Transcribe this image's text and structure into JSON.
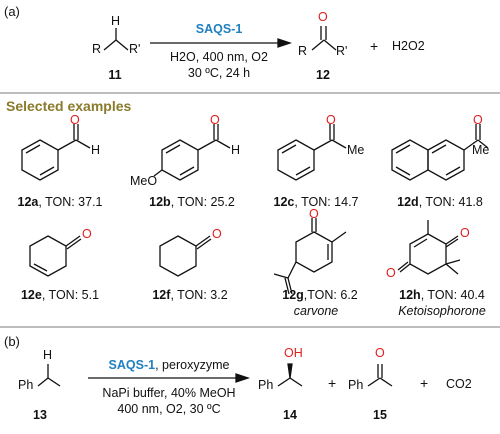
{
  "panel_a": {
    "label": "(a)",
    "reactant": {
      "atom_h": "H",
      "atom_r": "R",
      "atom_r2": "R'",
      "number": "11"
    },
    "arrow": {
      "catalyst": "SAQS-1",
      "conditions_line1": "H2O, 400 nm, O2",
      "conditions_line2": "30 ºC, 24 h"
    },
    "product": {
      "atom_o": "O",
      "atom_r": "R",
      "atom_r2": "R'",
      "number": "12"
    },
    "plus": "+",
    "byproduct": "H2O2"
  },
  "section_title": "Selected examples",
  "examples": [
    {
      "id": "12a",
      "label": ", TON: 37.1",
      "atoms": [
        "O",
        "H"
      ]
    },
    {
      "id": "12b",
      "label": ", TON: 25.2",
      "atoms": [
        "O",
        "H",
        "MeO"
      ]
    },
    {
      "id": "12c",
      "label": ", TON: 14.7",
      "atoms": [
        "O",
        "Me"
      ]
    },
    {
      "id": "12d",
      "label": ", TON: 41.8",
      "atoms": [
        "O",
        "Me"
      ]
    },
    {
      "id": "12e",
      "label": ", TON: 5.1",
      "atoms": [
        "O"
      ]
    },
    {
      "id": "12f",
      "label": ", TON: 3.2",
      "atoms": [
        "O"
      ]
    },
    {
      "id": "12g",
      "label": ",TON: 6.2",
      "name": "carvone",
      "atoms": [
        "O"
      ]
    },
    {
      "id": "12h",
      "label": ", TON: 40.4",
      "name": "Ketoisophorone",
      "atoms": [
        "O",
        "O"
      ]
    }
  ],
  "panel_b": {
    "label": "(b)",
    "reactant": {
      "atom_h": "H",
      "atom_ph": "Ph",
      "number": "13"
    },
    "arrow": {
      "catalyst": "SAQS-1",
      "catalyst_suffix": ", peroxyzyme",
      "conditions_line1": "NaPi buffer, 40% MeOH",
      "conditions_line2": "400 nm, O2, 30 ºC"
    },
    "product1": {
      "atom_oh": "OH",
      "atom_ph": "Ph",
      "number": "14"
    },
    "plus1": "+",
    "product2": {
      "atom_o": "O",
      "atom_ph": "Ph",
      "number": "15"
    },
    "plus2": "+",
    "byproduct": "CO2"
  },
  "colors": {
    "catalyst": "#1f7fc0",
    "oxygen": "#e02020",
    "section_title": "#8a7a2c",
    "divider": "#bdbdbd"
  }
}
